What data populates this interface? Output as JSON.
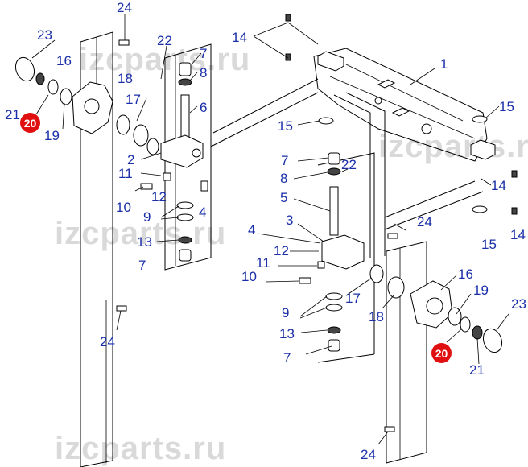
{
  "diagram": {
    "watermark": "izcparts.ru",
    "callouts": [
      {
        "id": "l24a",
        "text": "24"
      },
      {
        "id": "l23a",
        "text": "23"
      },
      {
        "id": "l22a",
        "text": "22"
      },
      {
        "id": "l7a",
        "text": "7"
      },
      {
        "id": "l14a",
        "text": "14"
      },
      {
        "id": "l16a",
        "text": "16"
      },
      {
        "id": "l18a",
        "text": "18"
      },
      {
        "id": "l8a",
        "text": "8"
      },
      {
        "id": "l1",
        "text": "1"
      },
      {
        "id": "l21a",
        "text": "21"
      },
      {
        "id": "l17a",
        "text": "17"
      },
      {
        "id": "l6",
        "text": "6"
      },
      {
        "id": "l15a",
        "text": "15"
      },
      {
        "id": "l19a",
        "text": "19"
      },
      {
        "id": "l15b",
        "text": "15"
      },
      {
        "id": "l2",
        "text": "2"
      },
      {
        "id": "l11a",
        "text": "11"
      },
      {
        "id": "l7b",
        "text": "7"
      },
      {
        "id": "l22b",
        "text": "22"
      },
      {
        "id": "l12a",
        "text": "12"
      },
      {
        "id": "l8b",
        "text": "8"
      },
      {
        "id": "l14b",
        "text": "14"
      },
      {
        "id": "l10a",
        "text": "10"
      },
      {
        "id": "l4a",
        "text": "4"
      },
      {
        "id": "l5",
        "text": "5"
      },
      {
        "id": "l9a",
        "text": "9"
      },
      {
        "id": "l24b",
        "text": "24"
      },
      {
        "id": "l15c",
        "text": "15"
      },
      {
        "id": "l14c",
        "text": "14"
      },
      {
        "id": "l3",
        "text": "3"
      },
      {
        "id": "l13a",
        "text": "13"
      },
      {
        "id": "l4b",
        "text": "4"
      },
      {
        "id": "l12b",
        "text": "12"
      },
      {
        "id": "l7c",
        "text": "7"
      },
      {
        "id": "l11b",
        "text": "11"
      },
      {
        "id": "l16b",
        "text": "16"
      },
      {
        "id": "l10b",
        "text": "10"
      },
      {
        "id": "l19b",
        "text": "19"
      },
      {
        "id": "l17b",
        "text": "17"
      },
      {
        "id": "l23b",
        "text": "23"
      },
      {
        "id": "l9b",
        "text": "9"
      },
      {
        "id": "l18b",
        "text": "18"
      },
      {
        "id": "l24c",
        "text": "24"
      },
      {
        "id": "l13b",
        "text": "13"
      },
      {
        "id": "l21b",
        "text": "21"
      },
      {
        "id": "l7d",
        "text": "7"
      },
      {
        "id": "l24d",
        "text": "24"
      }
    ],
    "highlighted": [
      {
        "id": "b20a",
        "text": "20",
        "color": "#e01010"
      },
      {
        "id": "b20b",
        "text": "20",
        "color": "#e01010"
      }
    ]
  }
}
